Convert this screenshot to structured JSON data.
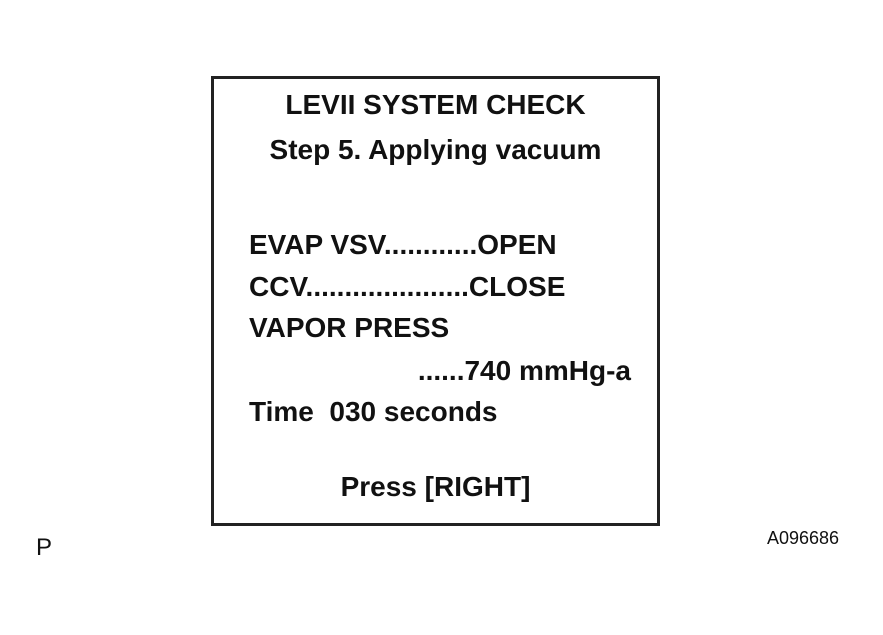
{
  "display": {
    "title": "LEVII SYSTEM CHECK",
    "step": "Step 5. Applying vacuum",
    "evap_vsv": "EVAP VSV............OPEN",
    "ccv": "CCV.....................CLOSE",
    "vapor_press_label": "VAPOR PRESS",
    "vapor_press_value": "......740 mmHg-a",
    "time": "Time  030 seconds",
    "prompt": "Press [RIGHT]"
  },
  "footer": {
    "left_letter": "P",
    "figure_id": "A096686"
  }
}
